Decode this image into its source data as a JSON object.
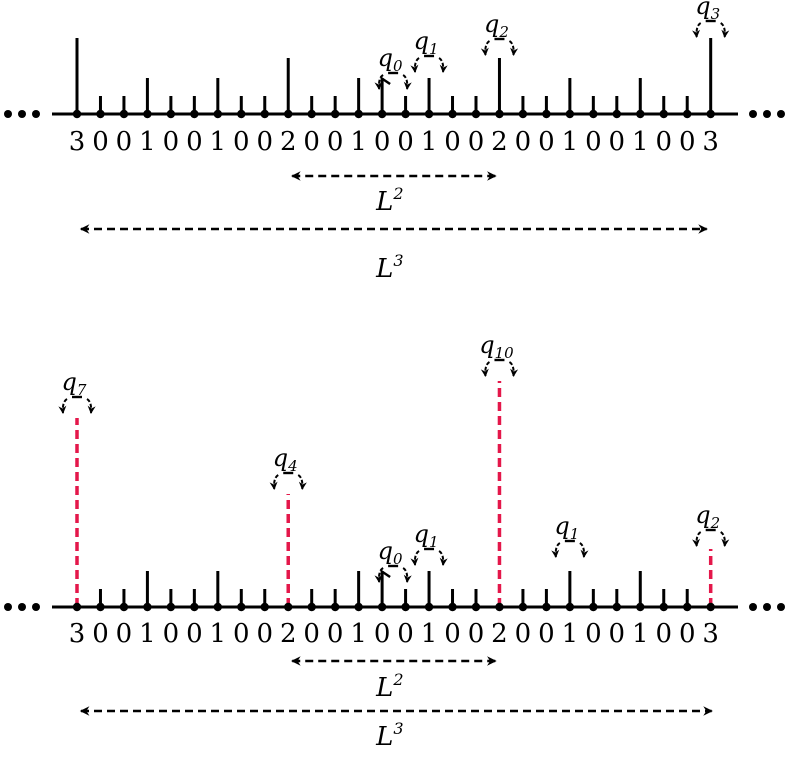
{
  "colors": {
    "ink": "#000000",
    "accent": "#e4174a"
  },
  "sequence_labels": [
    "3",
    "0",
    "0",
    "1",
    "0",
    "0",
    "1",
    "0",
    "0",
    "2",
    "0",
    "0",
    "1",
    "0",
    "0",
    "1",
    "0",
    "0",
    "2",
    "0",
    "0",
    "1",
    "0",
    "0",
    "1",
    "0",
    "0",
    "3"
  ],
  "panels": [
    {
      "highlight_positions": [],
      "q_labels": [
        {
          "base": "q",
          "sub": "0",
          "position": 13.5
        },
        {
          "base": "q",
          "sub": "1",
          "position": 15
        },
        {
          "base": "q",
          "sub": "2",
          "position": 18
        },
        {
          "base": "q",
          "sub": "3",
          "position": 27
        }
      ],
      "spans": [
        {
          "base": "L",
          "sup": "2",
          "from": 9,
          "to": 18
        },
        {
          "base": "L",
          "sup": "3",
          "from": 0,
          "to": 27
        }
      ]
    },
    {
      "highlight_positions": [
        0,
        9,
        18,
        27
      ],
      "q_labels": [
        {
          "base": "q",
          "sub": "7",
          "position": 0
        },
        {
          "base": "q",
          "sub": "4",
          "position": 9
        },
        {
          "base": "q",
          "sub": "0",
          "position": 13.5
        },
        {
          "base": "q",
          "sub": "1",
          "position": 15
        },
        {
          "base": "q",
          "sub": "10",
          "position": 18
        },
        {
          "base": "q",
          "sub": "1",
          "position": 21
        },
        {
          "base": "q",
          "sub": "2",
          "position": 27
        }
      ],
      "spans": [
        {
          "base": "L",
          "sup": "2",
          "from": 9,
          "to": 18
        },
        {
          "base": "L",
          "sup": "3",
          "from": 0,
          "to": 27
        }
      ]
    }
  ]
}
